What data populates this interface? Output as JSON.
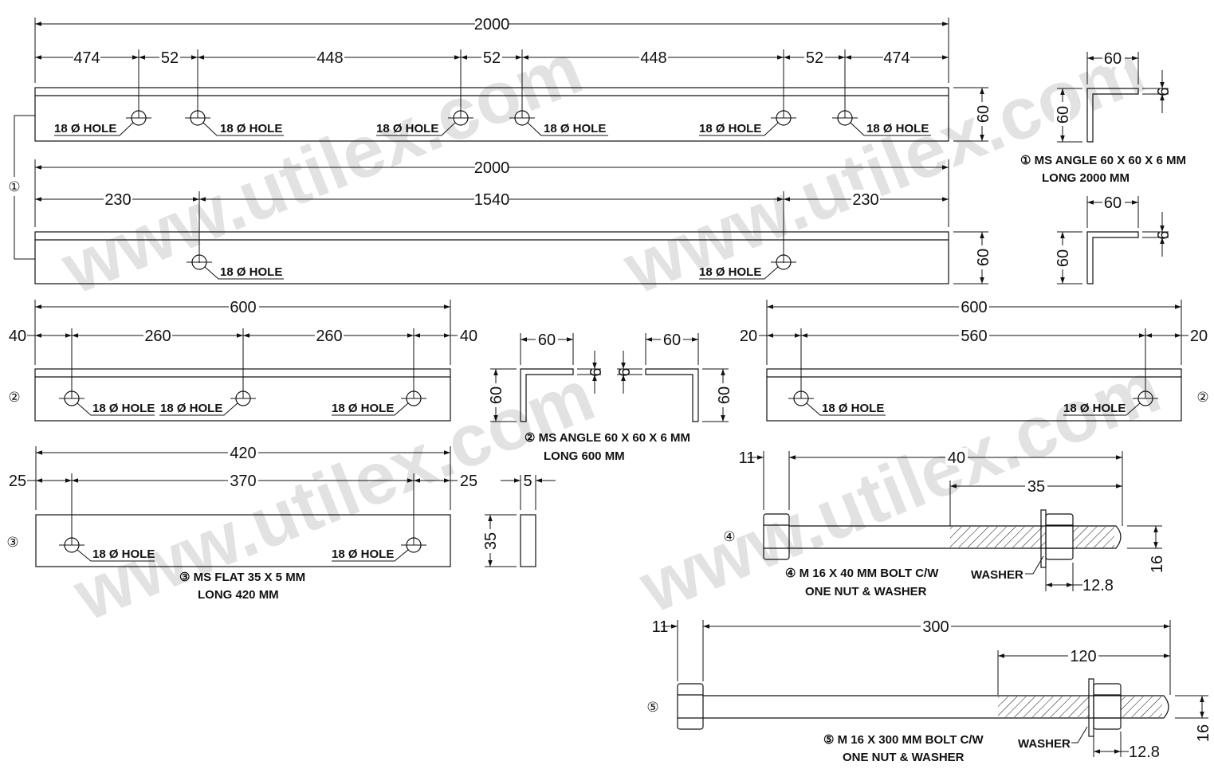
{
  "watermark": "www.utilex.com",
  "part1": {
    "marker": "①",
    "top": {
      "overall": "2000",
      "segments": [
        "474",
        "52",
        "448",
        "52",
        "448",
        "52",
        "474"
      ],
      "height": "60",
      "hole_label": "18 Ø HOLE"
    },
    "bottom": {
      "overall": "2000",
      "segments": [
        "230",
        "1540",
        "230"
      ],
      "height": "60",
      "hole_label": "18 Ø HOLE"
    },
    "section_top": {
      "width": "60",
      "thickness": "6",
      "height": "60"
    },
    "section_bottom": {
      "width": "60",
      "thickness": "6",
      "height": "60"
    },
    "note_line1": "① MS ANGLE 60 X 60 X 6 MM",
    "note_line2": "LONG 2000 MM"
  },
  "part2": {
    "marker": "②",
    "left": {
      "overall": "600",
      "ends": [
        "40",
        "40"
      ],
      "segments": [
        "260",
        "260"
      ],
      "hole_label": "18 Ø HOLE"
    },
    "right": {
      "overall": "600",
      "ends": [
        "20",
        "20"
      ],
      "segments": [
        "560"
      ],
      "hole_label": "18 Ø HOLE"
    },
    "section": {
      "width_left": "60",
      "width_right": "60",
      "thickness_left": "6",
      "thickness_right": "6",
      "height_left": "60",
      "height_right": "60"
    },
    "note_line1": "② MS ANGLE 60 X 60 X 6 MM",
    "note_line2": "LONG 600 MM"
  },
  "part3": {
    "marker": "③",
    "overall": "420",
    "ends": [
      "25",
      "25"
    ],
    "middle": "370",
    "hole_label": "18 Ø HOLE",
    "section": {
      "thickness": "5",
      "height": "35"
    },
    "note_line1": "③ MS FLAT 35 X 5 MM",
    "note_line2": "LONG 420 MM"
  },
  "part4": {
    "marker": "④",
    "head": "11",
    "length": "40",
    "thread": "35",
    "diameter": "16",
    "nut": "12.8",
    "washer_label": "WASHER",
    "note_line1": "④ M 16 X 40 MM BOLT C/W",
    "note_line2": "ONE NUT & WASHER"
  },
  "part5": {
    "marker": "⑤",
    "head": "11",
    "length": "300",
    "thread": "120",
    "diameter": "16",
    "nut": "12.8",
    "washer_label": "WASHER",
    "note_line1": "⑤ M 16 X 300 MM BOLT C/W",
    "note_line2": "ONE NUT & WASHER"
  }
}
